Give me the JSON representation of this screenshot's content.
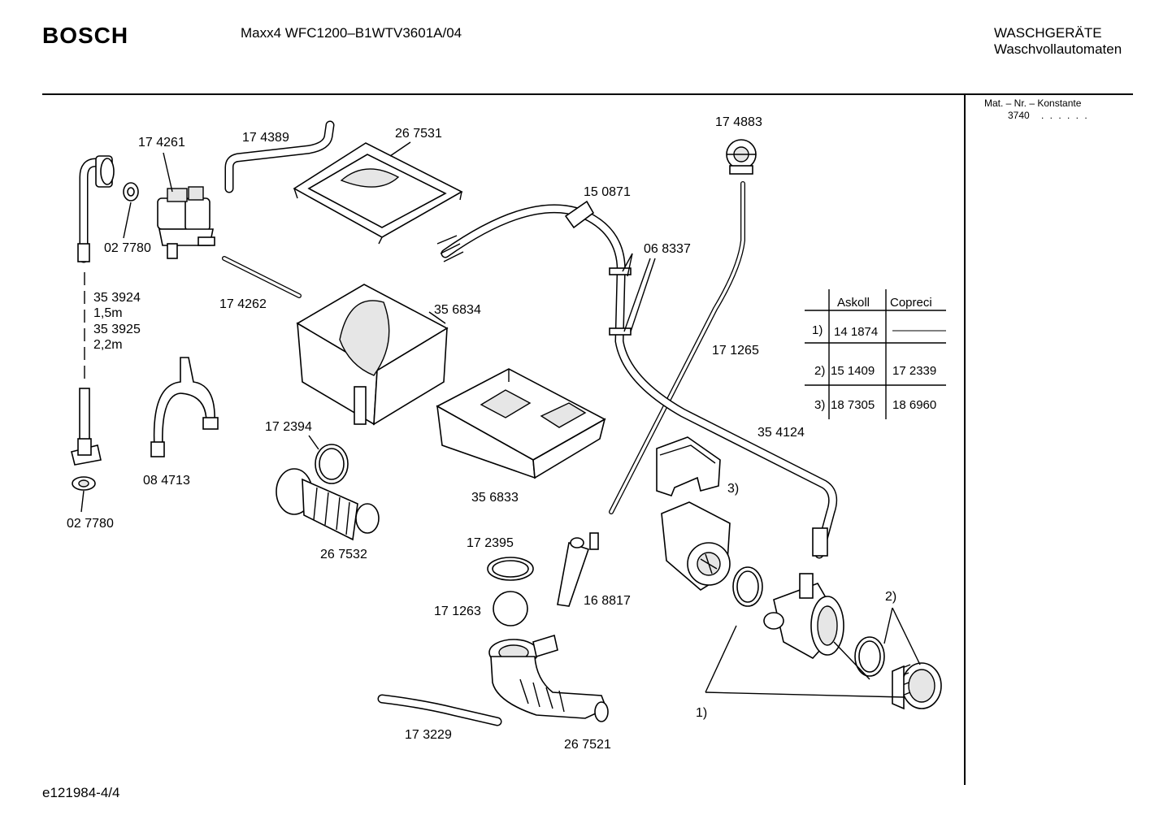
{
  "header": {
    "brand": "BOSCH",
    "model": "Maxx4 WFC1200–B1WTV3601A/04",
    "category_line1": "WASCHGERÄTE",
    "category_line2": "Waschvollautomaten"
  },
  "material_box": {
    "label": "Mat. – Nr. – Konstante",
    "value": "3740",
    "dots": ". . . . . ."
  },
  "document_id": "e121984-4/4",
  "part_labels": [
    "17 4261",
    "17 4389",
    "26 7531",
    "17 4883",
    "15 0871",
    "06 8337",
    "02 7780",
    "17 4262",
    "35 6834",
    "17 1265",
    "35 3924",
    "1,5m",
    "35 3925",
    "2,2m",
    "17 2394",
    "35 4124",
    "35 6833",
    "08 4713",
    "02 7780",
    "26 7532",
    "17 2395",
    "17 1263",
    "16 8817",
    "17 3229",
    "26 7521",
    "3)",
    "2)",
    "1)"
  ],
  "variant_table": {
    "columns": [
      "Askoll",
      "Copreci"
    ],
    "rows": [
      {
        "index": "1)",
        "askoll": "14 1874",
        "copreci": "———"
      },
      {
        "index": "2)",
        "askoll": "15 1409",
        "copreci": "17 2339"
      },
      {
        "index": "3)",
        "askoll": "18 7305",
        "copreci": "18 6960"
      }
    ]
  }
}
